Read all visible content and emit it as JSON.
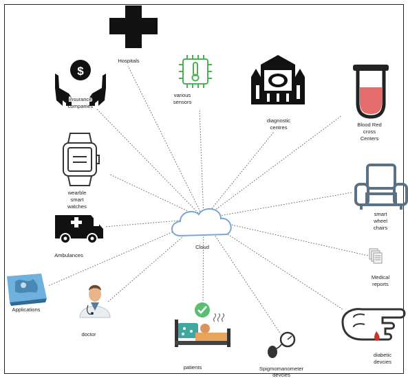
{
  "diagram": {
    "hub": {
      "label": "Cloud"
    },
    "nodes": [
      {
        "id": "hospitals",
        "label": [
          "Hospitals"
        ],
        "icon": "hospital-cross-icon"
      },
      {
        "id": "insurance",
        "label": [
          "insurance",
          "companies"
        ],
        "icon": "money-hands-icon"
      },
      {
        "id": "sensors",
        "label": [
          "various",
          "sensors"
        ],
        "icon": "thermometer-chip-icon"
      },
      {
        "id": "diagnostic",
        "label": [
          "diagnostic",
          "centres"
        ],
        "icon": "building-icon"
      },
      {
        "id": "bloodred",
        "label": [
          "Blood Red",
          "cross",
          "Centers"
        ],
        "icon": "test-tube-icon"
      },
      {
        "id": "watches",
        "label": [
          "wearble",
          "smart",
          "watches"
        ],
        "icon": "smartwatch-icon"
      },
      {
        "id": "wheelchairs",
        "label": [
          "smart",
          "wheel",
          "chairs"
        ],
        "icon": "armchair-icon"
      },
      {
        "id": "ambulances",
        "label": [
          "Ambulances"
        ],
        "icon": "ambulance-icon"
      },
      {
        "id": "reports",
        "label": [
          "Medical",
          "reports"
        ],
        "icon": "documents-icon"
      },
      {
        "id": "applications",
        "label": [
          "Applications"
        ],
        "icon": "app-screen-icon"
      },
      {
        "id": "doctor",
        "label": [
          "doctor"
        ],
        "icon": "doctor-icon"
      },
      {
        "id": "patients",
        "label": [
          "patients"
        ],
        "icon": "patient-bed-icon"
      },
      {
        "id": "sphyg",
        "label": [
          "Spigmomanometer",
          "devcies"
        ],
        "icon": "blood-pressure-gauge-icon"
      },
      {
        "id": "diabetic",
        "label": [
          "diabetic",
          "devcies"
        ],
        "icon": "finger-blood-drop-icon"
      }
    ]
  },
  "colors": {
    "line": "#555555",
    "icon_dark": "#111111",
    "sensor_green": "#4caf50",
    "tube_red": "#e46c6c",
    "chair_blue": "#5a7184",
    "cloud_blue": "#7aa6d6",
    "check_green": "#5bbf72",
    "bed_teal": "#3ea8a0",
    "drop_red": "#c0392b",
    "app_blue": "#6fb1de"
  }
}
